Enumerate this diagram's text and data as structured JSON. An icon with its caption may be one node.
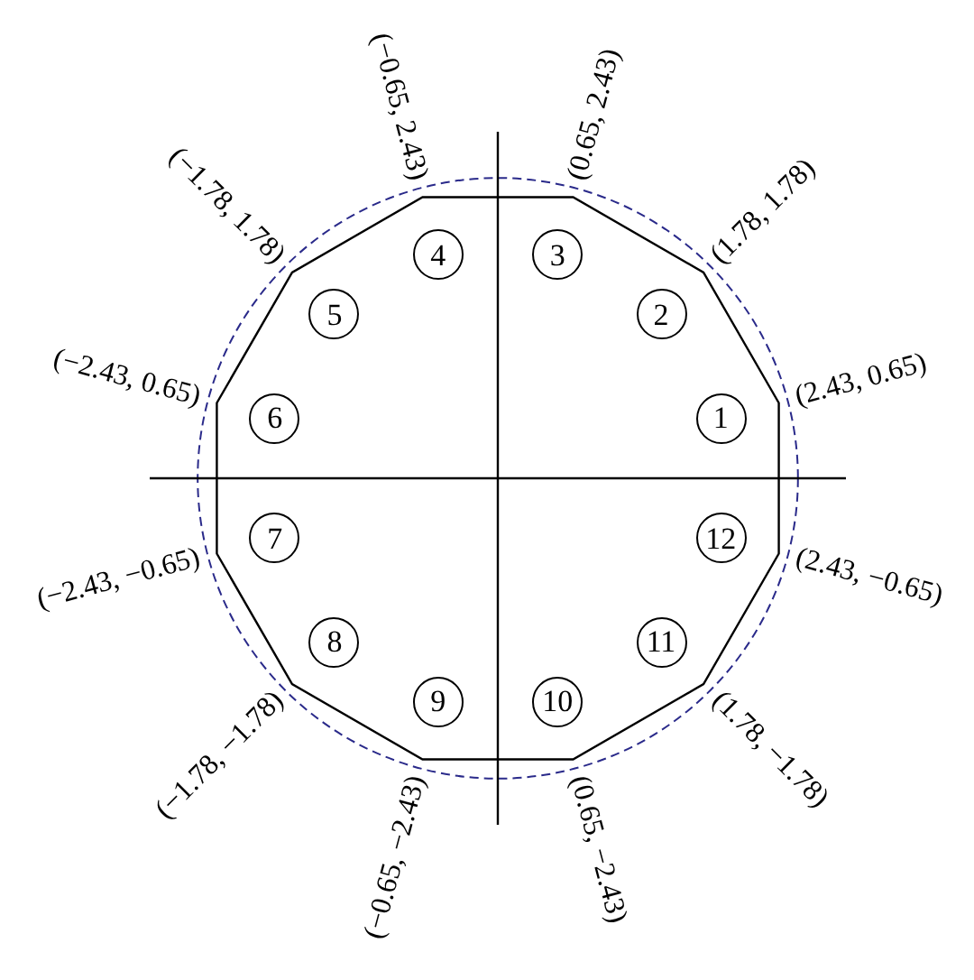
{
  "diagram": {
    "nodes": [
      {
        "text": [
          "1"
        ]
      },
      {
        "text": [
          "2"
        ]
      },
      {
        "text": [
          "3"
        ]
      },
      {
        "text": [
          "4"
        ]
      },
      {
        "text": [
          "5"
        ]
      },
      {
        "text": [
          "6"
        ]
      },
      {
        "text": [
          "7"
        ]
      },
      {
        "text": [
          "8"
        ]
      },
      {
        "text": [
          "9"
        ]
      },
      {
        "text": [
          "10"
        ]
      },
      {
        "text": [
          "11"
        ]
      },
      {
        "text": [
          "12"
        ]
      }
    ],
    "labels": [
      "(2.43, 0.65)",
      "(1.78, 1.78)",
      "(0.65, 2.43)",
      "(−0.65, 2.43)",
      "(−1.78, 1.78)",
      "(−2.43, 0.65)",
      "(−2.43, −0.65)",
      "(−1.78, −1.78)",
      "(−0.65, −2.43)",
      "(0.65, −2.43)",
      "(1.78, −1.78)",
      "(2.43, −0.65)"
    ]
  }
}
